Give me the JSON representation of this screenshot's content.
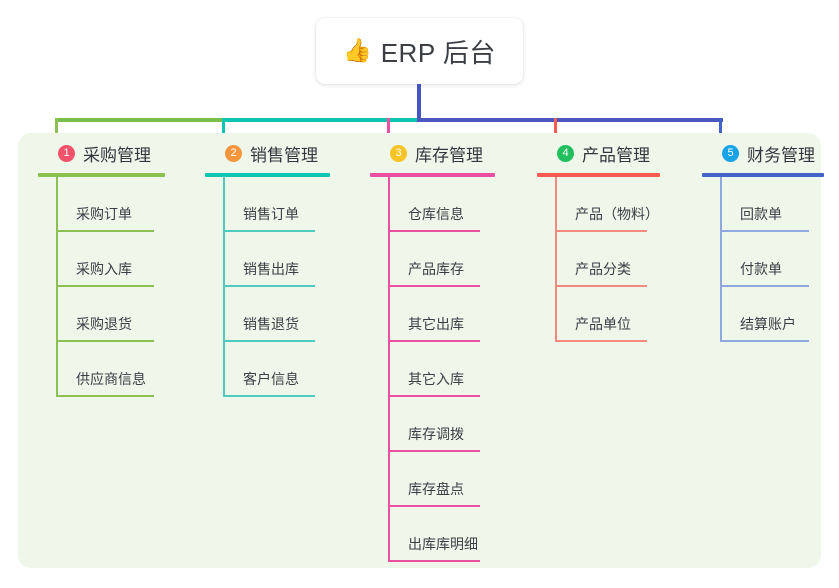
{
  "diagram": {
    "type": "mind-map",
    "root": {
      "icon": "thumbs-up-icon",
      "icon_glyph": "👍",
      "title": "ERP 后台",
      "stem_color": "#4655c4"
    },
    "canvas_background": "#eef7e9",
    "connector_segments": [
      {
        "name": "segment-green",
        "color": "#78bf4c"
      },
      {
        "name": "segment-teal",
        "color": "#0ec4b0"
      },
      {
        "name": "segment-indigo",
        "color": "#4c56c0"
      }
    ],
    "branches": [
      {
        "number": "1",
        "title": "采购管理",
        "badge_color": "#f2536a",
        "line_color": "#8cc152",
        "rule_color": "#8cc152",
        "items": [
          {
            "label": "采购订单"
          },
          {
            "label": "采购入库"
          },
          {
            "label": "采购退货"
          },
          {
            "label": "供应商信息"
          }
        ]
      },
      {
        "number": "2",
        "title": "销售管理",
        "badge_color": "#f5963c",
        "line_color": "#0fc6b4",
        "rule_color": "#4ecbbf",
        "items": [
          {
            "label": "销售订单"
          },
          {
            "label": "销售出库"
          },
          {
            "label": "销售退货"
          },
          {
            "label": "客户信息"
          }
        ]
      },
      {
        "number": "3",
        "title": "库存管理",
        "badge_color": "#f7c325",
        "line_color": "#ea4fa2",
        "rule_color": "#ea4fa2",
        "items": [
          {
            "label": "仓库信息"
          },
          {
            "label": "产品库存"
          },
          {
            "label": "其它出库"
          },
          {
            "label": "其它入库"
          },
          {
            "label": "库存调拨"
          },
          {
            "label": "库存盘点"
          },
          {
            "label": "出库库明细"
          }
        ]
      },
      {
        "number": "4",
        "title": "产品管理",
        "badge_color": "#23bf5e",
        "line_color": "#fb5c52",
        "rule_color": "#f4897f",
        "items": [
          {
            "label": "产品（物料）"
          },
          {
            "label": "产品分类"
          },
          {
            "label": "产品单位"
          }
        ]
      },
      {
        "number": "5",
        "title": "财务管理",
        "badge_color": "#19a3e8",
        "line_color": "#4263c8",
        "rule_color": "#8fa8de",
        "items": [
          {
            "label": "回款单"
          },
          {
            "label": "付款单"
          },
          {
            "label": "结算账户"
          }
        ]
      }
    ]
  }
}
